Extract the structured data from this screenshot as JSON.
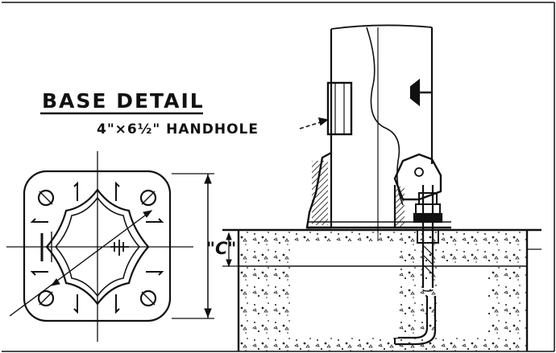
{
  "labels": {
    "title": "BASE DETAIL",
    "handhole_callout": "4\"×6½\" HANDHOLE",
    "dimension_c": "\"C\""
  },
  "colors": {
    "ink": "#111111",
    "paper": "#ffffff"
  }
}
